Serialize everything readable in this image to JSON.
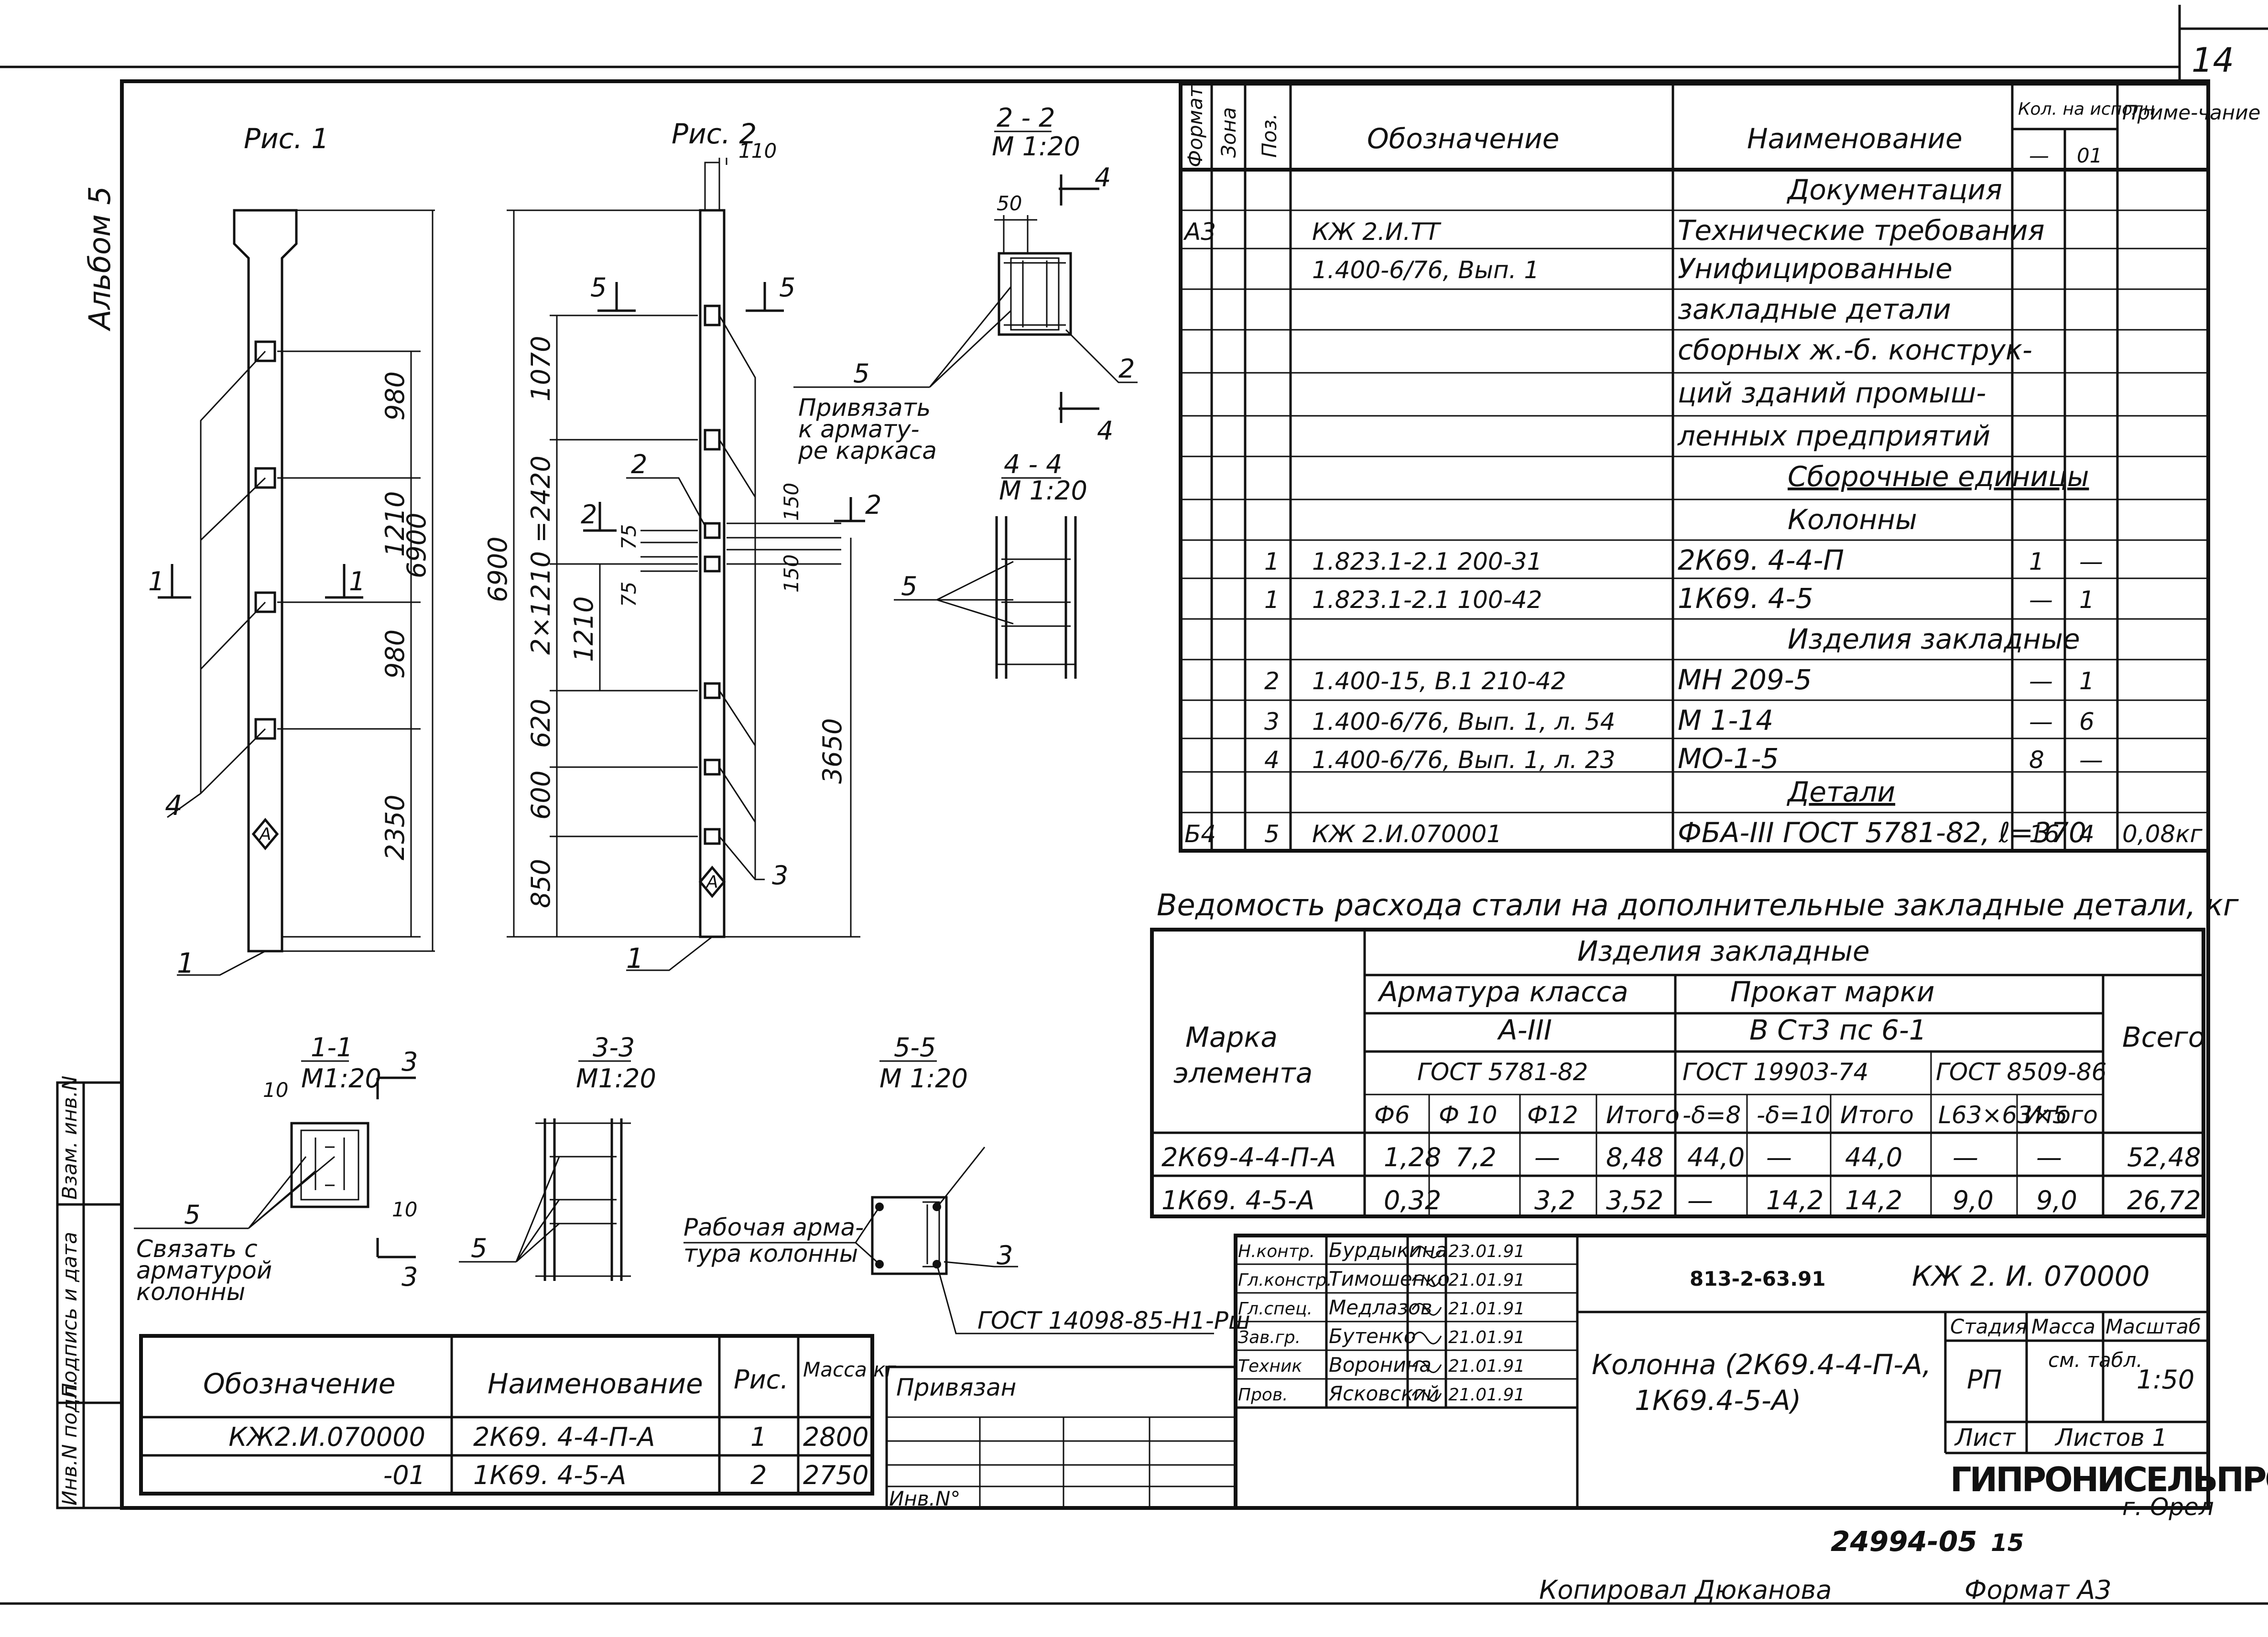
{
  "sheet_number": "14",
  "album": "Альбом 5",
  "figures": {
    "fig1_label": "Рис. 1",
    "fig2_label": "Рис. 2",
    "fig1_dims": [
      "980",
      "1210",
      "980",
      "2350",
      "6900"
    ],
    "fig2_dims": [
      "1070",
      "2×1210 =2420",
      "1210",
      "620",
      "600",
      "850",
      "6900",
      "3650",
      "110",
      "75",
      "75",
      "150",
      "150"
    ],
    "section_marks": [
      "1",
      "1",
      "2",
      "2",
      "5",
      "5",
      "4",
      "4",
      "3",
      "3"
    ],
    "callouts": [
      "4",
      "1",
      "2",
      "3",
      "1",
      "2",
      "5",
      "5",
      "5",
      "5",
      "2",
      "3"
    ],
    "marker_a": "А",
    "sec_2_2": {
      "title": "2 - 2",
      "scale": "М 1:20",
      "dim": "50"
    },
    "sec_4_4": {
      "title": "4 - 4",
      "scale": "М 1:20"
    },
    "sec_1_1": {
      "title": "1-1",
      "scale": "М1:20",
      "dims": [
        "10",
        "10"
      ]
    },
    "sec_3_3": {
      "title": "3-3",
      "scale": "М1:20"
    },
    "sec_5_5": {
      "title": "5-5",
      "scale": "М 1:20"
    },
    "note_tie_frame": [
      "Привязать",
      "к армату-",
      "ре каркаса"
    ],
    "note_tie_column": [
      "Связать с",
      "арматурой",
      "колонны"
    ],
    "note_work_rebar": [
      "Рабочая арма-",
      "тура колонны"
    ],
    "note_gost_weld": "ГОСТ 14098-85-Н1-Рш"
  },
  "spec_table": {
    "headers": {
      "format": "Формат",
      "zone": "Зона",
      "pos": "Поз.",
      "designation": "Обозначение",
      "name": "Наименование",
      "qty": "Кол. на исполн.",
      "qty_a": "—",
      "qty_b": "01",
      "note": "Приме-чание"
    },
    "rows": [
      {
        "format": "",
        "pos": "",
        "designation": "",
        "name": "Документация",
        "q1": "",
        "q2": "",
        "note": "",
        "style": "section"
      },
      {
        "format": "А3",
        "pos": "",
        "designation": "КЖ 2.И.ТТ",
        "name": "Технические требования",
        "q1": "",
        "q2": "",
        "note": ""
      },
      {
        "format": "",
        "pos": "",
        "designation": "1.400-6/76, Вып. 1",
        "name": "Унифицированные",
        "q1": "",
        "q2": "",
        "note": ""
      },
      {
        "format": "",
        "pos": "",
        "designation": "",
        "name": "закладные детали",
        "q1": "",
        "q2": "",
        "note": ""
      },
      {
        "format": "",
        "pos": "",
        "designation": "",
        "name": "сборных ж.-б. конструк-",
        "q1": "",
        "q2": "",
        "note": ""
      },
      {
        "format": "",
        "pos": "",
        "designation": "",
        "name": "ций зданий промыш-",
        "q1": "",
        "q2": "",
        "note": ""
      },
      {
        "format": "",
        "pos": "",
        "designation": "",
        "name": "ленных предприятий",
        "q1": "",
        "q2": "",
        "note": ""
      },
      {
        "format": "",
        "pos": "",
        "designation": "",
        "name": "Сборочные единицы",
        "q1": "",
        "q2": "",
        "note": "",
        "style": "underline"
      },
      {
        "format": "",
        "pos": "",
        "designation": "",
        "name": "Колонны",
        "q1": "",
        "q2": "",
        "note": "",
        "style": "section"
      },
      {
        "format": "",
        "pos": "1",
        "designation": "1.823.1-2.1     200-31",
        "name": "2К69. 4-4-П",
        "q1": "1",
        "q2": "—",
        "note": ""
      },
      {
        "format": "",
        "pos": "1",
        "designation": "1.823.1-2.1     100-42",
        "name": "1К69. 4-5",
        "q1": "—",
        "q2": "1",
        "note": ""
      },
      {
        "format": "",
        "pos": "",
        "designation": "",
        "name": "Изделия закладные",
        "q1": "",
        "q2": "",
        "note": "",
        "style": "section"
      },
      {
        "format": "",
        "pos": "2",
        "designation": "1.400-15, В.1     210-42",
        "name": "МН 209-5",
        "q1": "—",
        "q2": "1",
        "note": ""
      },
      {
        "format": "",
        "pos": "3",
        "designation": "1.400-6/76, Вып. 1,    л. 54",
        "name": "М 1-14",
        "q1": "—",
        "q2": "6",
        "note": ""
      },
      {
        "format": "",
        "pos": "4",
        "designation": "1.400-6/76, Вып. 1,    л. 23",
        "name": "МО-1-5",
        "q1": "8",
        "q2": "—",
        "note": ""
      },
      {
        "format": "",
        "pos": "",
        "designation": "",
        "name": "Детали",
        "q1": "",
        "q2": "",
        "note": "",
        "style": "underline"
      },
      {
        "format": "Б4",
        "pos": "5",
        "designation": "КЖ 2.И.070001",
        "name": "ФБА-III ГОСТ 5781-82, ℓ=370",
        "q1": "16",
        "q2": "4",
        "note": "0,08кг"
      }
    ]
  },
  "steel_table": {
    "title": "Ведомость расхода стали на дополнительные закладные детали, кг",
    "col_mark": [
      "Марка",
      "элемента"
    ],
    "group": "Изделия закладные",
    "rebar_class": "Арматура класса",
    "rebar_grade": "А-III",
    "rebar_gost": "ГОСТ 5781-82",
    "rolled_grade_title": "Прокат марки",
    "rolled_grade": "В Ст3 пс 6-1",
    "gost1": "ГОСТ 19903-74",
    "gost2": "ГОСТ 8509-86",
    "total": "Всего",
    "sub": [
      "Ф6",
      "Ф 10",
      "Ф12",
      "Итого",
      "-δ=8",
      "-δ=10",
      "Итого",
      "L63×63×5",
      "Итого"
    ],
    "rows": [
      {
        "mark": "2К69-4-4-П-А",
        "v": [
          "1,28",
          "7,2",
          "—",
          "8,48",
          "44,0",
          "—",
          "44,0",
          "—",
          "—"
        ],
        "total": "52,48"
      },
      {
        "mark": "1К69. 4-5-А",
        "v": [
          "0,32",
          "",
          "3,2",
          "3,52",
          "—",
          "14,2",
          "14,2",
          "9,0",
          "9,0"
        ],
        "total": "26,72"
      }
    ]
  },
  "variants_table": {
    "headers": {
      "designation": "Обозначение",
      "name": "Наименование",
      "fig": "Рис.",
      "mass": "Масса кг"
    },
    "rows": [
      {
        "designation": "КЖ2.И.070000",
        "name": "2К69. 4-4-П-А",
        "fig": "1",
        "mass": "2800"
      },
      {
        "designation": "-01",
        "name": "1К69. 4-5-А",
        "fig": "2",
        "mass": "2750"
      }
    ]
  },
  "side_stamp": [
    "Инв.N подл.",
    "Подпись и дата",
    "Взам. инв.N"
  ],
  "bound_to": {
    "label": "Привязан",
    "inv": "Инв.N°"
  },
  "title_block": {
    "signers": [
      {
        "role": "Н.контр.",
        "name": "Бурдыкина",
        "date": "23.01.91"
      },
      {
        "role": "Гл.констр.",
        "name": "Тимошенко",
        "date": "21.01.91"
      },
      {
        "role": "Гл.спец.",
        "name": "Медлазов",
        "date": "21.01.91"
      },
      {
        "role": "Зав.гр.",
        "name": "Бутенко",
        "date": "21.01.91"
      },
      {
        "role": "Техник",
        "name": "Воронина",
        "date": "21.01.91"
      },
      {
        "role": "Пров.",
        "name": "Ясковский",
        "date": "21.01.91"
      }
    ],
    "doc_number": "813-2-63.91",
    "code": "КЖ 2. И. 070000",
    "title_lines": [
      "Колонна (2К69.4-4-П-А,",
      "1К69.4-5-А)"
    ],
    "stage_label": "Стадия",
    "mass_label": "Масса",
    "scale_label": "Масштаб",
    "stage": "РП",
    "mass_value": "см. табл.",
    "scale": "1:50",
    "sheet_label": "Лист",
    "sheets_label": "Листов 1",
    "org": "ГИПРОНИСЕЛЬПРОМ",
    "city": "г. Орел"
  },
  "bottom_code": "24994-05",
  "bottom_sheet": "15",
  "copied_by": "Копировал Дюканова",
  "format_label": "Формат А3"
}
